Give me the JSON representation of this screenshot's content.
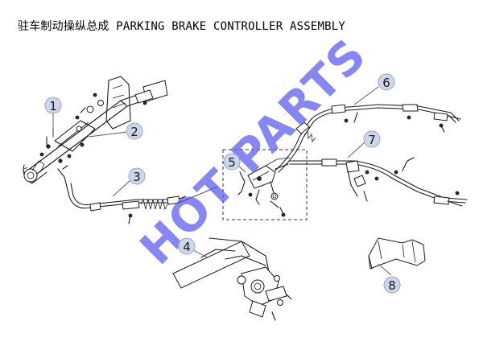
{
  "title": "驻车制动操纵总成 PARKING BRAKE CONTROLLER ASSEMBLY",
  "watermark": "HOT PARTS",
  "callouts": [
    {
      "id": "1",
      "name": "callout-1"
    },
    {
      "id": "2",
      "name": "callout-2"
    },
    {
      "id": "3",
      "name": "callout-3"
    },
    {
      "id": "4",
      "name": "callout-4"
    },
    {
      "id": "5",
      "name": "callout-5"
    },
    {
      "id": "6",
      "name": "callout-6"
    },
    {
      "id": "7",
      "name": "callout-7"
    },
    {
      "id": "8",
      "name": "callout-8"
    }
  ],
  "colors": {
    "callout_fill": "#cfd6ea",
    "watermark": "#5a5af0",
    "line": "#1a1a1a"
  }
}
